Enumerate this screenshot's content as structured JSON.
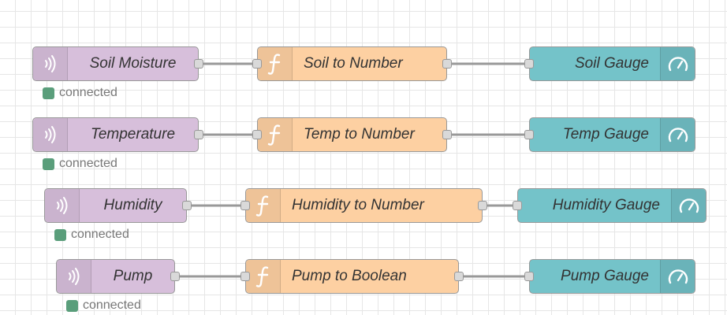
{
  "colors": {
    "input_node": "#d7bfdb",
    "function_node": "#fdd0a2",
    "gauge_node": "#74c3c9",
    "status_connected": "#5a9e7b",
    "wire": "#999999"
  },
  "flows": [
    {
      "input": {
        "label": "Soil Moisture",
        "icon": "radio-waves-icon",
        "status": "connected"
      },
      "function": {
        "label": "Soil to Number",
        "icon": "function-icon"
      },
      "gauge": {
        "label": "Soil Gauge",
        "icon": "gauge-icon"
      }
    },
    {
      "input": {
        "label": "Temperature",
        "icon": "radio-waves-icon",
        "status": "connected"
      },
      "function": {
        "label": "Temp to Number",
        "icon": "function-icon"
      },
      "gauge": {
        "label": "Temp Gauge",
        "icon": "gauge-icon"
      }
    },
    {
      "input": {
        "label": "Humidity",
        "icon": "radio-waves-icon",
        "status": "connected"
      },
      "function": {
        "label": "Humidity to Number",
        "icon": "function-icon"
      },
      "gauge": {
        "label": "Humidity Gauge",
        "icon": "gauge-icon"
      }
    },
    {
      "input": {
        "label": "Pump",
        "icon": "radio-waves-icon",
        "status": "connected"
      },
      "function": {
        "label": "Pump to Boolean",
        "icon": "function-icon"
      },
      "gauge": {
        "label": "Pump Gauge",
        "icon": "gauge-icon"
      }
    }
  ]
}
